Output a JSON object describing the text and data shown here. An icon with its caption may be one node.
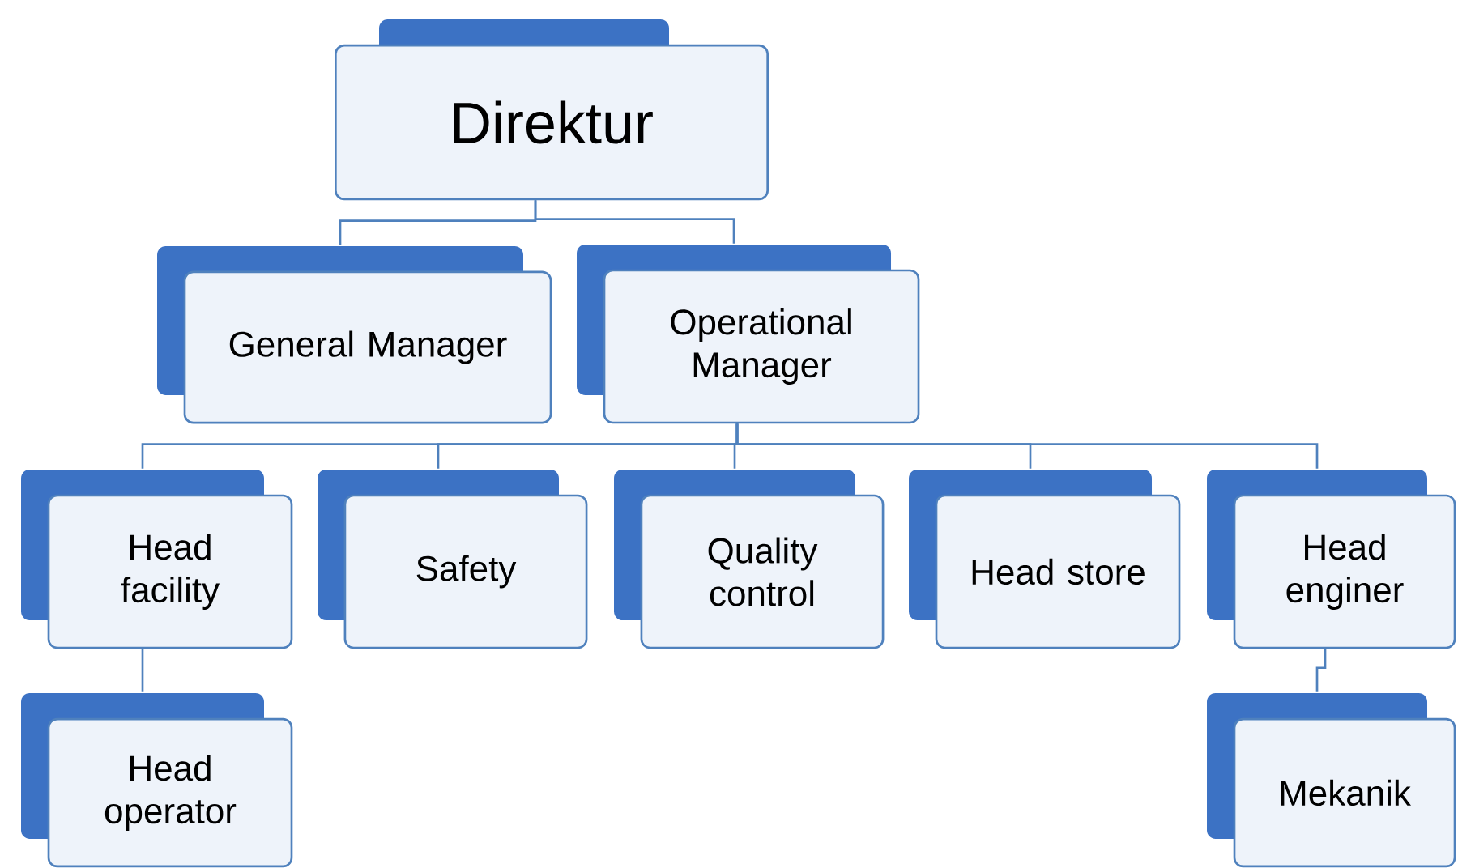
{
  "diagram": {
    "nodes": [
      {
        "text": [
          "Direktur"
        ]
      },
      {
        "text": [
          "General Manager"
        ]
      },
      {
        "text": [
          "Operational Manager"
        ]
      },
      {
        "text": [
          "Head facility"
        ]
      },
      {
        "text": [
          "Safety"
        ]
      },
      {
        "text": [
          "Quality control"
        ]
      },
      {
        "text": [
          "Head store"
        ]
      },
      {
        "text": [
          "Head enginer"
        ]
      },
      {
        "text": [
          "Head operator"
        ]
      },
      {
        "text": [
          "Mekanik"
        ]
      }
    ],
    "edges": [
      {
        "from": 0,
        "to": 1,
        "arrow": "none"
      },
      {
        "from": 0,
        "to": 2,
        "arrow": "none"
      },
      {
        "from": 2,
        "to": 3,
        "arrow": "none"
      },
      {
        "from": 2,
        "to": 4,
        "arrow": "none"
      },
      {
        "from": 2,
        "to": 5,
        "arrow": "none"
      },
      {
        "from": 2,
        "to": 6,
        "arrow": "none"
      },
      {
        "from": 2,
        "to": 7,
        "arrow": "none"
      },
      {
        "from": 3,
        "to": 8,
        "arrow": "none"
      },
      {
        "from": 7,
        "to": 9,
        "arrow": "none"
      }
    ]
  }
}
